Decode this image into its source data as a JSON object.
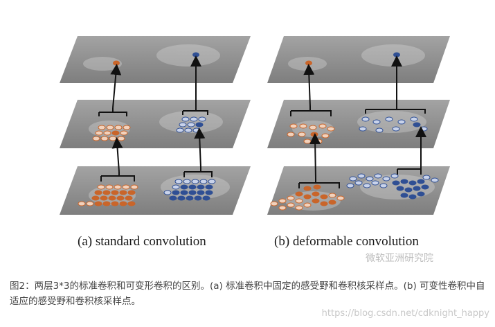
{
  "panels": {
    "a_caption": "(a) standard convolution",
    "b_caption": "(b) deformable convolution"
  },
  "caption": "图2：两层3*3的标准卷积和可变形卷积的区别。(a) 标准卷积中固定的感受野和卷积核采样点。(b) 可变性卷积中自适应的感受野和卷积核采样点。",
  "watermarks": {
    "top": "微软亚洲研究院",
    "bottom": "https://blog.csdn.net/cdknight_happy"
  },
  "colors": {
    "orange": "#c9652a",
    "blue": "#2f4f94",
    "layer_gray": "#8e8e8e",
    "arrow": "#111111"
  }
}
